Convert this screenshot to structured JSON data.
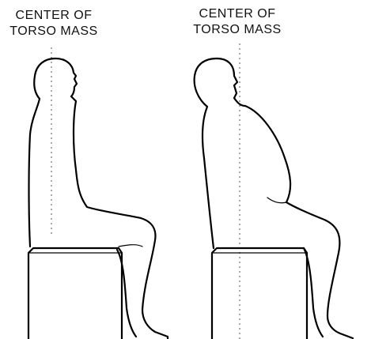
{
  "figures": [
    {
      "id": "normal",
      "label": [
        "CENTER OF",
        "TORSO MASS"
      ]
    },
    {
      "id": "obese",
      "label": [
        "CENTER OF",
        "TORSO MASS"
      ]
    }
  ]
}
